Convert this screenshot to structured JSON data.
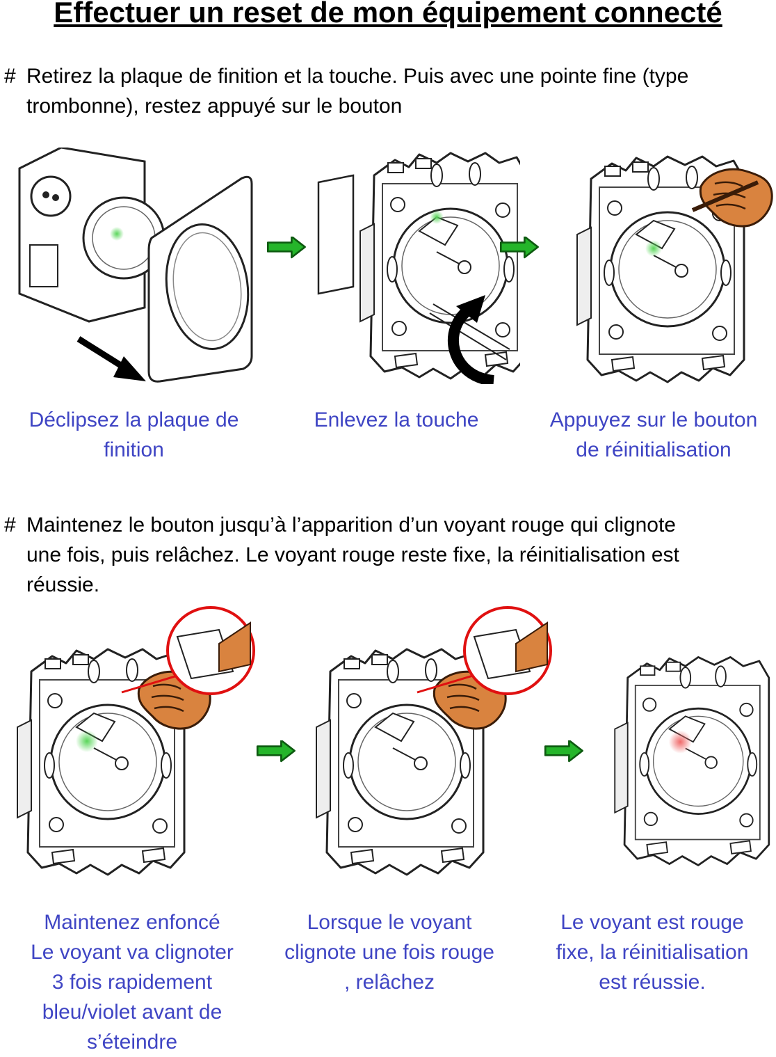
{
  "title": "Effectuer un reset de mon équipement connecté",
  "step1": {
    "bullet": "#",
    "line1": "Retirez la plaque de finition et la touche. Puis avec une pointe fine (type",
    "line2": "trombonne), restez appuyé sur le bouton"
  },
  "row1_captions": [
    {
      "line1": "Déclipsez la plaque de",
      "line2": "finition"
    },
    {
      "line1": "Enlevez la touche",
      "line2": ""
    },
    {
      "line1": "Appuyez sur le bouton",
      "line2": "de réinitialisation"
    }
  ],
  "step2": {
    "bullet": "#",
    "line1": "Maintenez le bouton jusqu’à l’apparition d’un voyant rouge qui clignote",
    "line2": "une fois, puis relâchez. Le voyant rouge reste fixe, la réinitialisation est",
    "line3": "réussie."
  },
  "row2_captions": [
    {
      "lines": [
        "Maintenez enfoncé",
        "Le voyant va clignoter",
        "3 fois rapidement",
        "bleu/violet avant de",
        "s’éteindre"
      ]
    },
    {
      "lines": [
        "Lorsque le voyant",
        "clignote une fois rouge",
        ", relâchez"
      ]
    },
    {
      "lines": [
        "Le voyant est rouge",
        "fixe, la réinitialisation",
        "est réussie."
      ]
    }
  ],
  "colors": {
    "caption": "#3f45c4",
    "led_green": "#59d65a",
    "led_red": "#f06a6a",
    "arrow_green": "#25b52a",
    "hand": "#d9833f",
    "zoom_ring": "#e01010"
  },
  "icons": [
    "device-icon",
    "finish-plate-icon",
    "green-arrow-icon",
    "hand-icon",
    "paperclip-icon",
    "zoom-circle-icon",
    "led-icon"
  ]
}
